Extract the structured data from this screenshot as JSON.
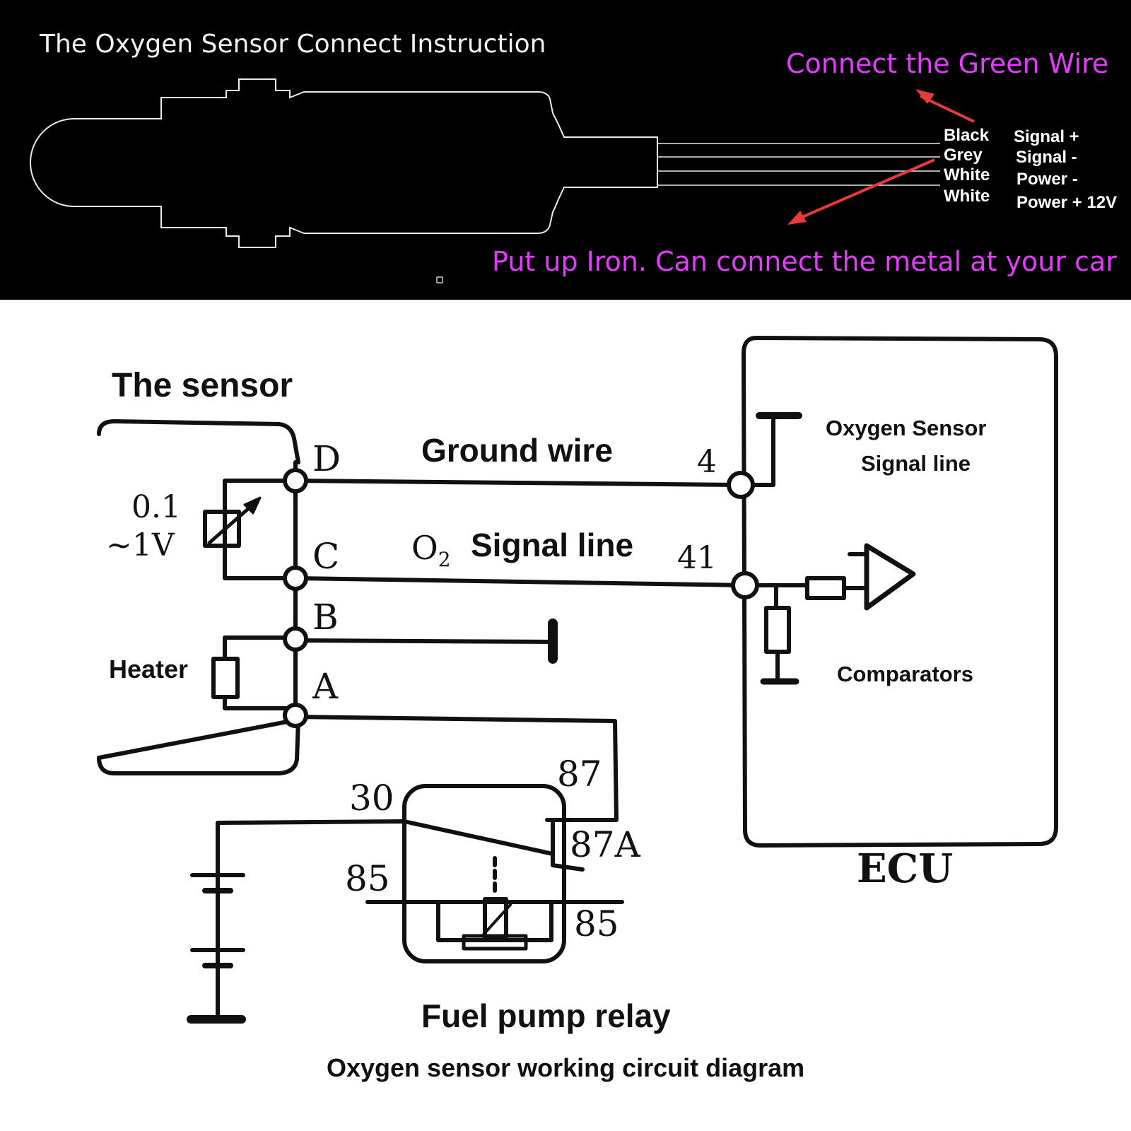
{
  "header": {
    "title": "The Oxygen Sensor Connect Instruction",
    "green_note": "Connect the Green Wire",
    "iron_note": "Put up Iron. Can connect the metal at your car"
  },
  "wires": [
    {
      "color": "Black",
      "function": "Signal +"
    },
    {
      "color": "Grey",
      "function": "Signal -"
    },
    {
      "color": "White",
      "function": "Power -"
    },
    {
      "color": "White",
      "function": "Power + 12V"
    }
  ],
  "circuit": {
    "sensor_title": "The sensor",
    "voltage_top": "0.1",
    "voltage_bottom": "~1V",
    "heater": "Heater",
    "pin_d": "D",
    "pin_c": "C",
    "pin_b": "B",
    "pin_a": "A",
    "ground_wire": "Ground wire",
    "signal_o": "O",
    "signal_sub": "2",
    "signal_line": "Signal line",
    "ecu_pin_4": "4",
    "ecu_pin_41": "41",
    "ecu_label_1": "Oxygen Sensor",
    "ecu_label_2": "Signal line",
    "comparators": "Comparators",
    "ecu": "ECU",
    "relay_87": "87",
    "relay_30": "30",
    "relay_87a": "87A",
    "relay_85_left": "85",
    "relay_85_right": "85",
    "relay_title": "Fuel pump relay",
    "caption": "Oxygen sensor working circuit diagram"
  },
  "colors": {
    "accent_magenta": "#e43bff",
    "arrow_red": "#e83a3a",
    "panel_black": "#000000"
  }
}
